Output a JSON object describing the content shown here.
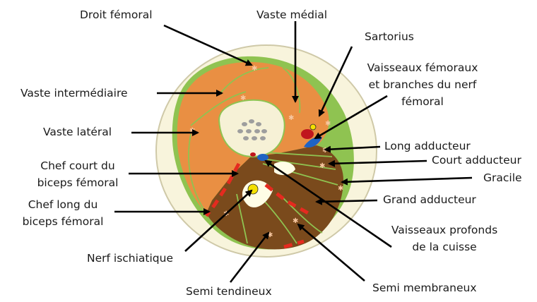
{
  "diagram": {
    "labels": {
      "droit_femoral": "Droit fémoral",
      "vaste_medial": "Vaste médial",
      "sartorius": "Sartorius",
      "vaisseaux_femoraux": [
        "Vaisseaux fémoraux",
        "et branches du nerf",
        "fémoral"
      ],
      "vaste_intermediaire": "Vaste intermédiaire",
      "vaste_lateral": "Vaste latéral",
      "long_adducteur": "Long adducteur",
      "court_adducteur": "Court adducteur",
      "gracile": "Gracile",
      "chef_court": [
        "Chef court du",
        "biceps fémoral"
      ],
      "grand_adducteur": "Grand adducteur",
      "chef_long": [
        "Chef long du",
        "biceps fémoral"
      ],
      "vaisseaux_profonds": [
        "Vaisseaux profonds",
        "de la cuisse"
      ],
      "nerf_ischiatique": "Nerf ischiatique",
      "semi_tendineux": "Semi tendineux",
      "semi_membraneux": "Semi membraneux"
    },
    "colors": {
      "skin": "#f8f4dc",
      "fat_outline": "#cfc9a8",
      "fascia": "#8fc351",
      "anterior_muscle": "#e98f43",
      "posterior_muscle": "#7a4a1c",
      "bone": "#f6f1d6",
      "marrow_spots": "#9e9e9e",
      "intermuscular_fat": "#fffde6",
      "sciatic_nerve": "#f4e000",
      "artery": "#c0161d",
      "vein": "#1f63c4",
      "biceps_dashes": "#e52a1f",
      "arrow": "#000000"
    }
  }
}
